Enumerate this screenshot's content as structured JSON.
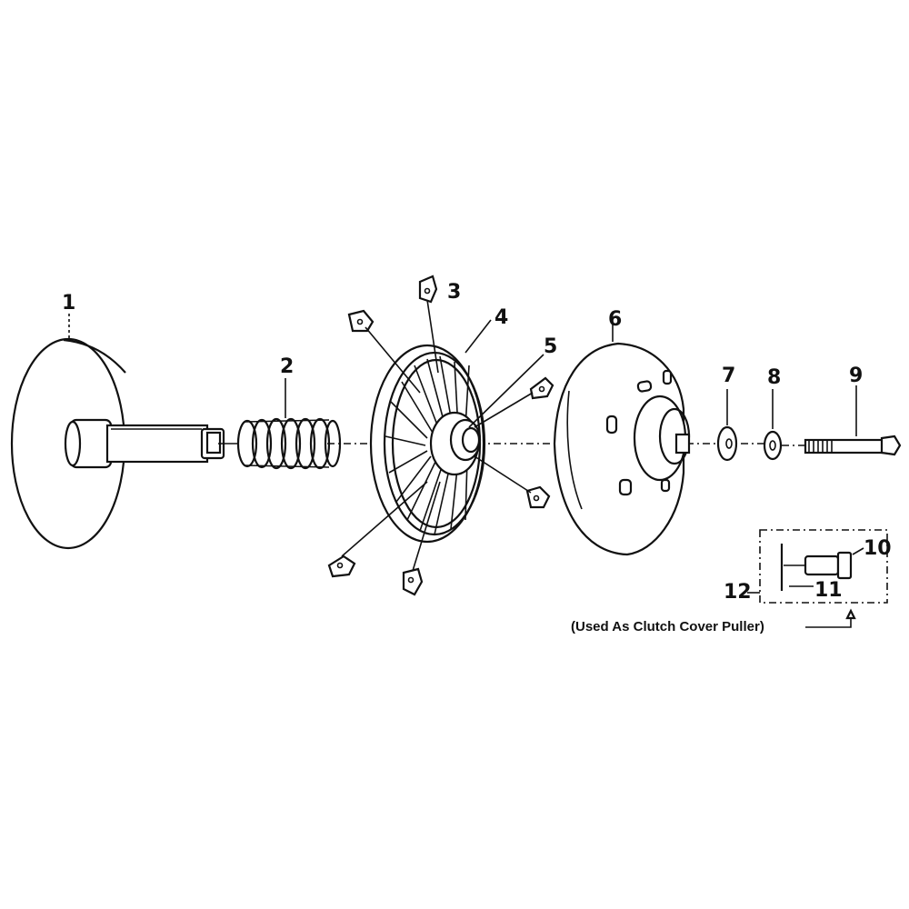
{
  "callouts": [
    "1",
    "2",
    "3",
    "4",
    "5",
    "6",
    "7",
    "8",
    "9",
    "10",
    "11",
    "12"
  ],
  "caption": "(Used As Clutch Cover Puller)"
}
